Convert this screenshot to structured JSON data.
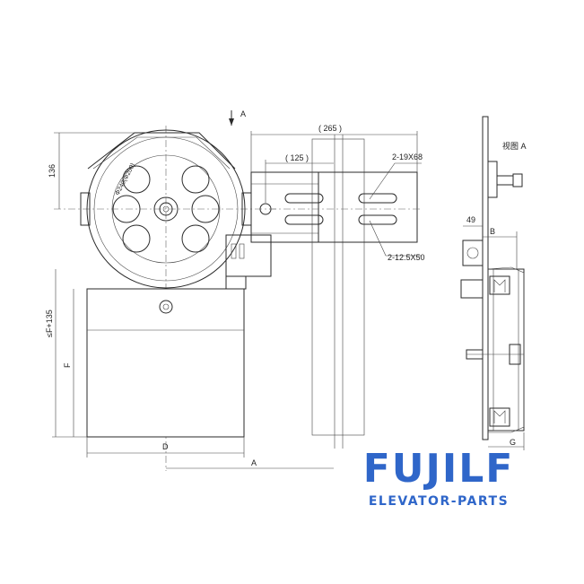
{
  "drawing": {
    "labels": {
      "section_arrow": "A",
      "dim_265": "( 265 )",
      "dim_125": "( 125 )",
      "slot_top": "2-19X68",
      "slot_bottom": "2-12.5X50",
      "dim_136": "136",
      "pulley_dia": "Φ240(Φ200)",
      "dim_sf135": "≤F+135",
      "dim_f": "F",
      "dim_d": "D",
      "dim_a": "A",
      "view_a": "视图 A",
      "dim_49": "49",
      "dim_b": "B",
      "dim_g": "G"
    }
  },
  "brand": {
    "name": "FUJILF",
    "tagline": "ELEVATOR-PARTS",
    "color": "#2f66c9"
  }
}
